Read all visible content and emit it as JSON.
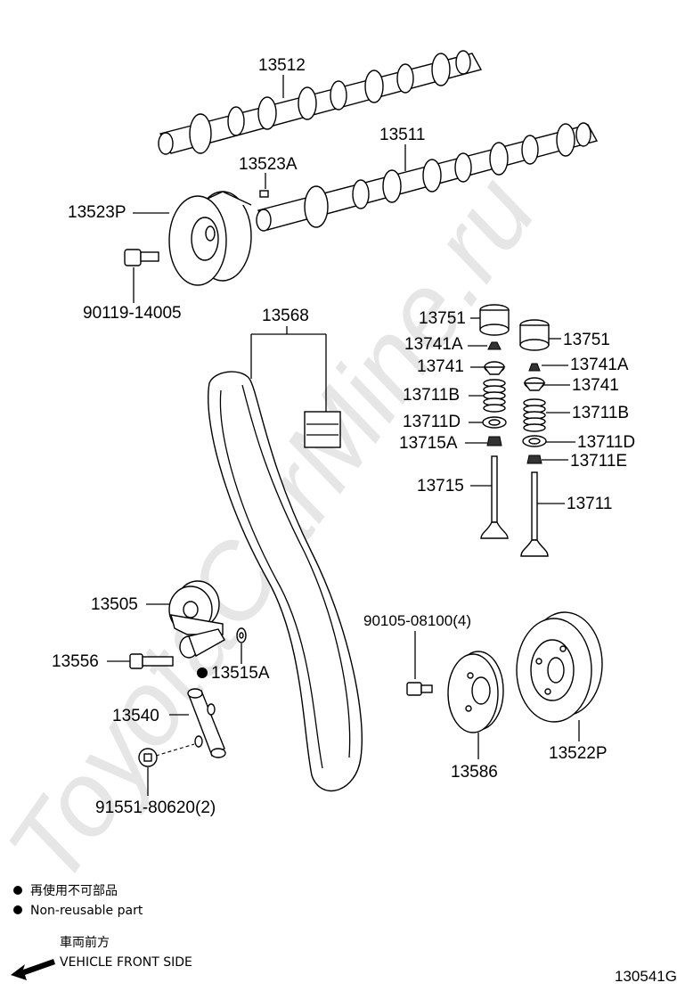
{
  "watermark": "ToyotaCarMine.ru",
  "parts": {
    "camshaft_exhaust": "13512",
    "camshaft_intake": "13511",
    "cam_key": "13523A",
    "cam_pulley": "13523P",
    "pulley_bolt": "90119-14005",
    "timing_belt": "13568",
    "lifter_left": "13751",
    "lifter_right": "13751",
    "retainer_lock_left": "13741A",
    "retainer_lock_right": "13741A",
    "retainer_left": "13741",
    "retainer_right": "13741",
    "spring_left": "13711B",
    "spring_right": "13711B",
    "spring_seat_left": "13711D",
    "spring_seat_right": "13711D",
    "valve_seal_left": "13715A",
    "valve_seal_right": "13711E",
    "valve_exhaust": "13715",
    "valve_intake": "13711",
    "idler_pulley": "13505",
    "idler_bolt": "13556",
    "idler_plate_washer": "13515A",
    "tensioner": "13540",
    "tensioner_pin": "91551-80620(2)",
    "crank_bolt": "90105-08100(4)",
    "guide_plate": "13586",
    "crank_pulley": "13522P"
  },
  "legend": {
    "jp": "再使用不可部品",
    "en": "Non-reusable part",
    "front_jp": "車両前方",
    "front_en": "VEHICLE FRONT SIDE"
  },
  "figure_id": "130541G"
}
